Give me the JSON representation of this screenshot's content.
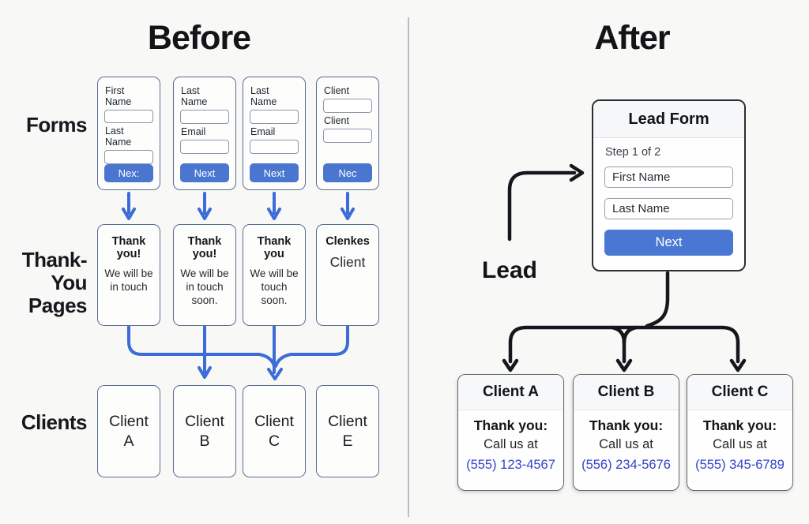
{
  "colors": {
    "background": "#f8f8f6",
    "accent_blue_button": "#4a76d0",
    "accent_blue_arrow": "#3c6cd7",
    "black_arrow": "#15171c",
    "phone_link_blue": "#3343c9",
    "before_card_border": "#5b6c94",
    "after_card_border": "#63666b"
  },
  "before": {
    "title": "Before",
    "labels": {
      "forms": "Forms",
      "thankyou_line1": "Thank-",
      "thankyou_line2": "You",
      "thankyou_line3": "Pages",
      "clients": "Clients"
    },
    "forms": [
      {
        "field1": "First Name",
        "field2": "Last Name",
        "button": "Nex:"
      },
      {
        "field1": "Last Name",
        "field2": "Email",
        "button": "Next"
      },
      {
        "field1": "Last Name",
        "field2": "Email",
        "button": "Next"
      },
      {
        "field1": "Client",
        "field2": "Client",
        "button": "Nec"
      }
    ],
    "thankyou_pages": [
      {
        "title": "Thank you!",
        "body": "We will be in touch"
      },
      {
        "title": "Thank you!",
        "body": "We will be in touch soon."
      },
      {
        "title": "Thank you",
        "body": "We will be touch soon."
      },
      {
        "title": "Clenkes",
        "body": "Client"
      }
    ],
    "clients": [
      {
        "word": "Client",
        "letter": "A"
      },
      {
        "word": "Client",
        "letter": "B"
      },
      {
        "word": "Client",
        "letter": "C"
      },
      {
        "word": "Client",
        "letter": "E"
      }
    ]
  },
  "after": {
    "title": "After",
    "lead_label": "Lead",
    "form": {
      "title": "Lead Form",
      "step": "Step 1 of 2",
      "field1_placeholder": "First Name",
      "field2_placeholder": "Last Name",
      "button": "Next"
    },
    "clients": [
      {
        "name": "Client A",
        "thanks": "Thank you:",
        "call": "Call us at",
        "phone": "(555) 123-4567"
      },
      {
        "name": "Client B",
        "thanks": "Thank you:",
        "call": "Call us at",
        "phone": "(556) 234-5676"
      },
      {
        "name": "Client C",
        "thanks": "Thank you:",
        "call": "Call us at",
        "phone": "(555) 345-6789"
      }
    ]
  }
}
